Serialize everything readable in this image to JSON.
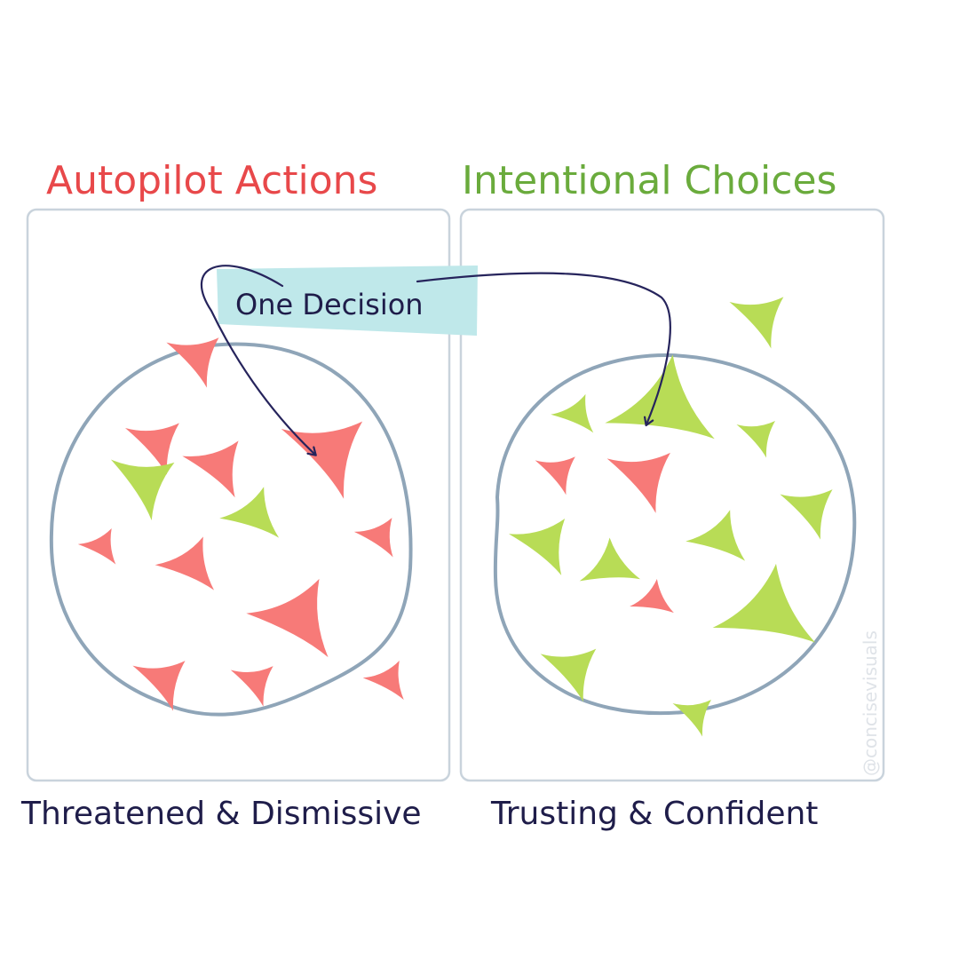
{
  "titles": {
    "left": "Autopilot Actions",
    "right": "Intentional Choices"
  },
  "captions": {
    "left": "Threatened & Dismissive",
    "right": "Trusting & Confident"
  },
  "callout": {
    "label": "One Decision"
  },
  "watermark": "@concisevisuals",
  "colors": {
    "red_title": "#e8484a",
    "green_title": "#6aab3c",
    "dark_text": "#1f1d4a",
    "red_shape": "#f77a78",
    "green_shape": "#b8dc56",
    "circle_stroke": "#8fa5b8",
    "panel_stroke": "#c9d3dc",
    "highlight": "#bfe8ea",
    "arrow": "#26245c"
  }
}
